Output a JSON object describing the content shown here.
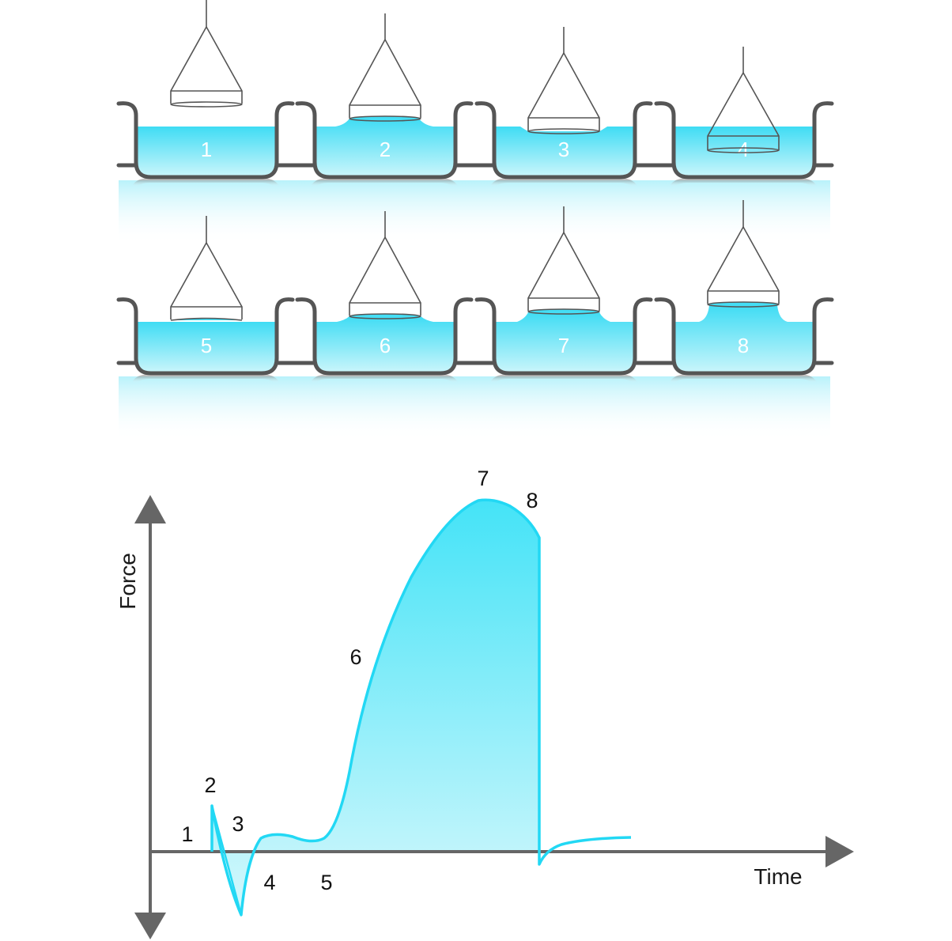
{
  "stages": {
    "row1": [
      "1",
      "2",
      "3",
      "4"
    ],
    "row2": [
      "5",
      "6",
      "7",
      "8"
    ]
  },
  "graph": {
    "y_axis_label": "Force",
    "x_axis_label": "Time",
    "points": [
      "1",
      "2",
      "3",
      "4",
      "5",
      "6",
      "7",
      "8"
    ]
  },
  "colors": {
    "liquid": "#44def5",
    "liquid_light": "#dff9fd",
    "outline": "#555555",
    "curve": "#22d8f4",
    "axis": "#666666"
  }
}
